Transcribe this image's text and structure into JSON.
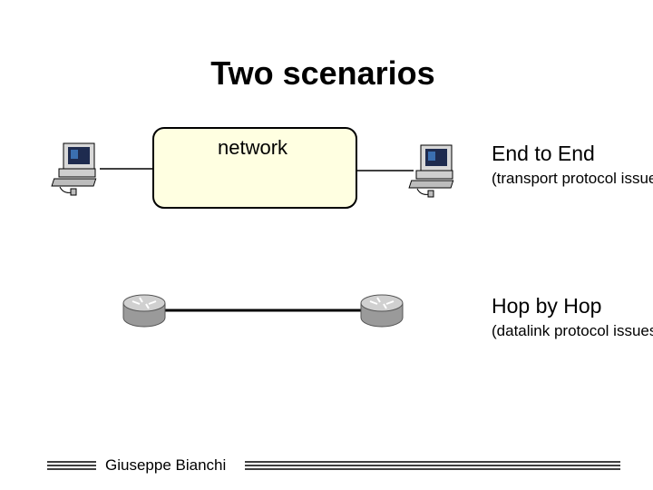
{
  "slide": {
    "title": "Two scenarios",
    "network_label": "network",
    "end_to_end": {
      "label": "End to End",
      "note": "(transport protocol issues)"
    },
    "hop_by_hop": {
      "label": "Hop by Hop",
      "note": "(datalink protocol issues)"
    },
    "footer_name": "Giuseppe Bianchi"
  },
  "icons": {
    "host_left": "computer-icon",
    "host_right": "computer-icon",
    "router_left": "router-icon",
    "router_right": "router-icon"
  },
  "colors": {
    "network_fill": "#ffffe1",
    "line": "#000000"
  }
}
